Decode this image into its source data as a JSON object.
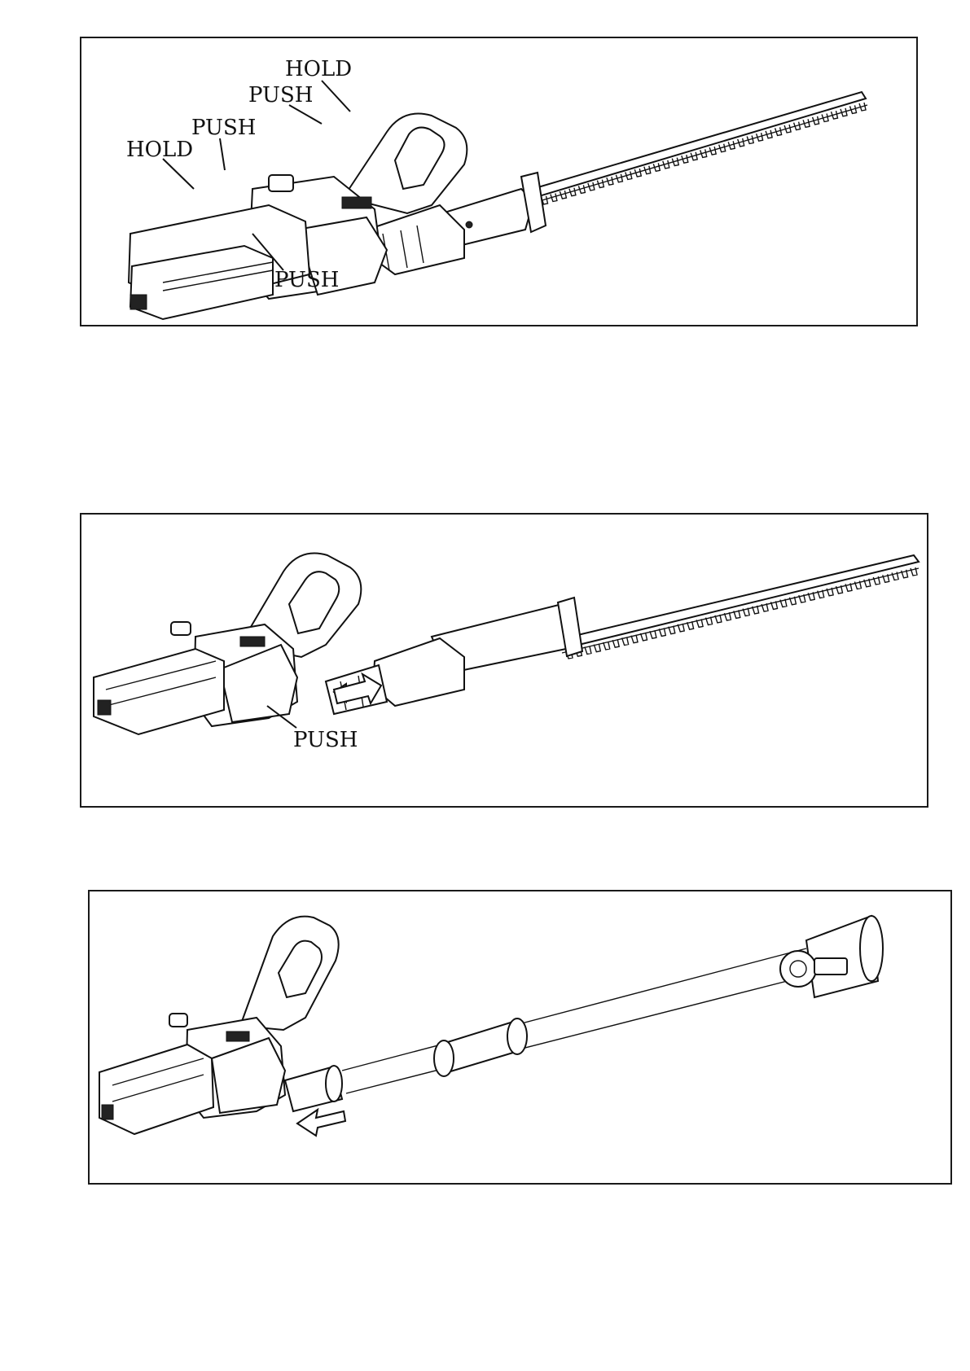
{
  "panel1": {
    "callouts": [
      "HOLD",
      "PUSH",
      "PUSH",
      "HOLD",
      "PUSH"
    ]
  },
  "panel2": {
    "callouts": [
      "PUSH"
    ]
  },
  "panel3": {
    "callouts": []
  },
  "icons": [
    "hedge-trimmer-attachment",
    "power-head-unit",
    "extension-pole",
    "direction-arrow"
  ]
}
